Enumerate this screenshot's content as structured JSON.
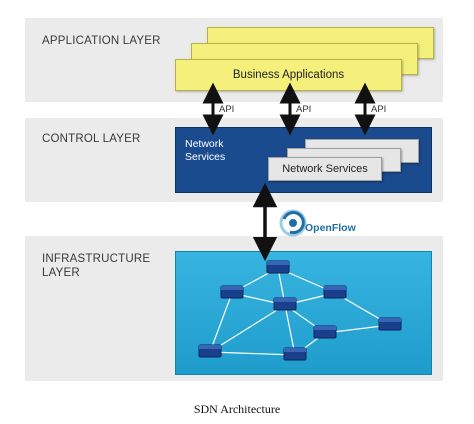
{
  "layers": {
    "application": "APPLICATION LAYER",
    "control": "CONTROL LAYER",
    "infrastructure": "INFRASTRUCTURE\nLAYER"
  },
  "business_applications": "Business Applications",
  "network_services_main": "Network\nServices",
  "network_services_card": "Network Services",
  "api_labels": [
    "API",
    "API",
    "API"
  ],
  "openflow": "OpenFlow",
  "caption": "SDN Architecture",
  "colors": {
    "layer_bg": "#ebebeb",
    "app_yellow": "#f4f07b",
    "control_blue": "#1b4b8f",
    "infra_blue": "#29a8d6",
    "switch_blue": "#1a3f8c"
  }
}
